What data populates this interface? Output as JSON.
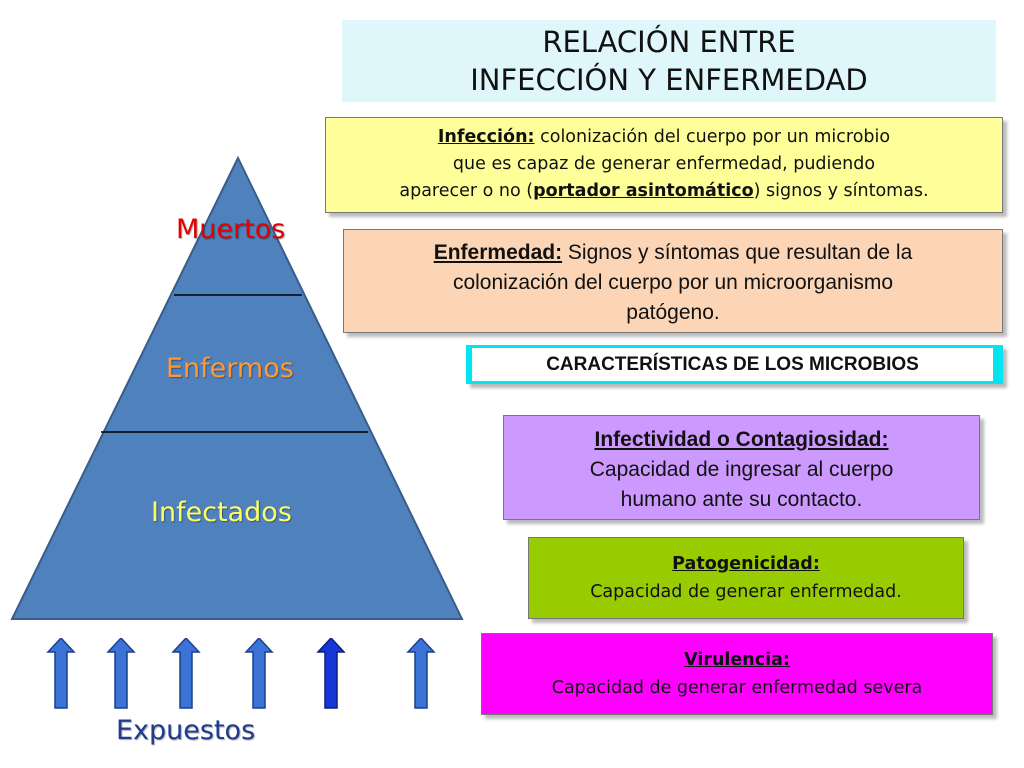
{
  "title": {
    "line1": "RELACIÓN ENTRE",
    "line2": "INFECCIÓN Y ENFERMEDAD"
  },
  "infeccion": {
    "term": "Infección:",
    "line1_rest": " colonización del cuerpo por un microbio",
    "line2": "que es capaz de generar enfermedad, pudiendo",
    "line3_pre": "aparecer o no (",
    "line3_term": "portador asintomático",
    "line3_post": ") signos y síntomas."
  },
  "enfermedad": {
    "term": "Enfermedad:",
    "line1_rest": " Signos y síntomas que resultan de la",
    "line2": "colonización del cuerpo por un microorganismo",
    "line3": "patógeno."
  },
  "caracteristicas": {
    "header": "CARACTERÍSTICAS DE LOS MICROBIOS"
  },
  "infectividad": {
    "term": "Infectividad o Contagiosidad:",
    "line1": "Capacidad de ingresar al cuerpo",
    "line2": "humano ante su contacto."
  },
  "patogenicidad": {
    "term": "Patogenicidad:",
    "line1": "Capacidad de generar enfermedad."
  },
  "virulencia": {
    "term": "Virulencia:",
    "line1": "Capacidad de generar enfermedad severa"
  },
  "pyramid": {
    "levels": [
      "Muertos",
      "Enfermos",
      "Infectados"
    ],
    "base_label": "Expuestos",
    "fill_color": "#4f81bd",
    "arrow_count": 6
  }
}
